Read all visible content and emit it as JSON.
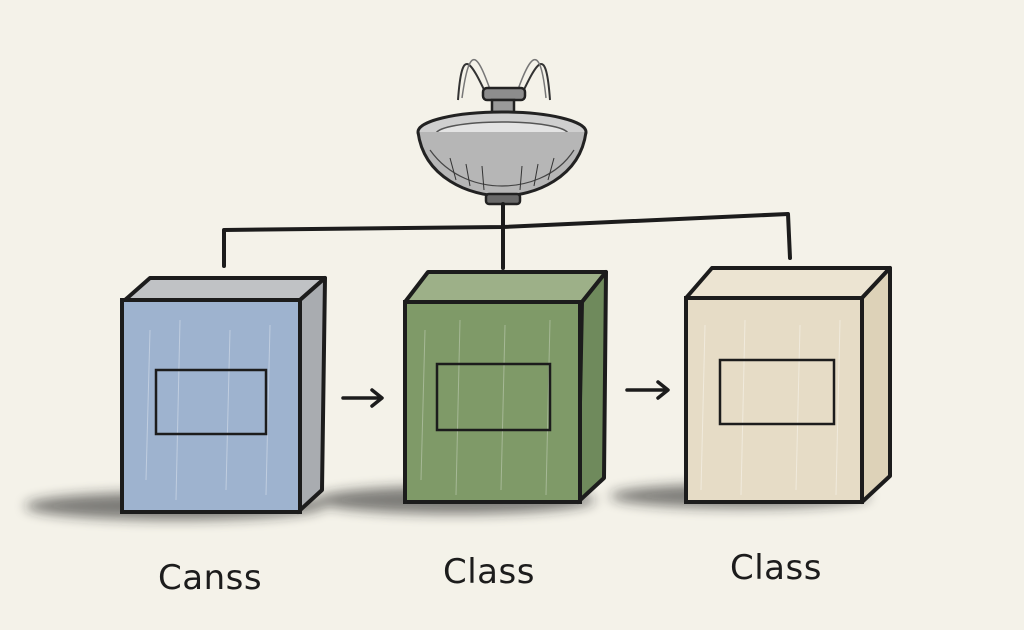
{
  "boxes": [
    {
      "label": "Canss",
      "color": "#9eb3cf",
      "side_color": "#a9acb0"
    },
    {
      "label": "Class",
      "color": "#7f9a68",
      "side_color": "#6f8a5c"
    },
    {
      "label": "Class",
      "color": "#e6dcc6",
      "side_color": "#ddd2b8"
    }
  ],
  "icons": {
    "top": "fountain-icon",
    "flow": "arrow-right-icon"
  },
  "colors": {
    "background": "#f4f2e9",
    "ink": "#1c1c1c"
  }
}
